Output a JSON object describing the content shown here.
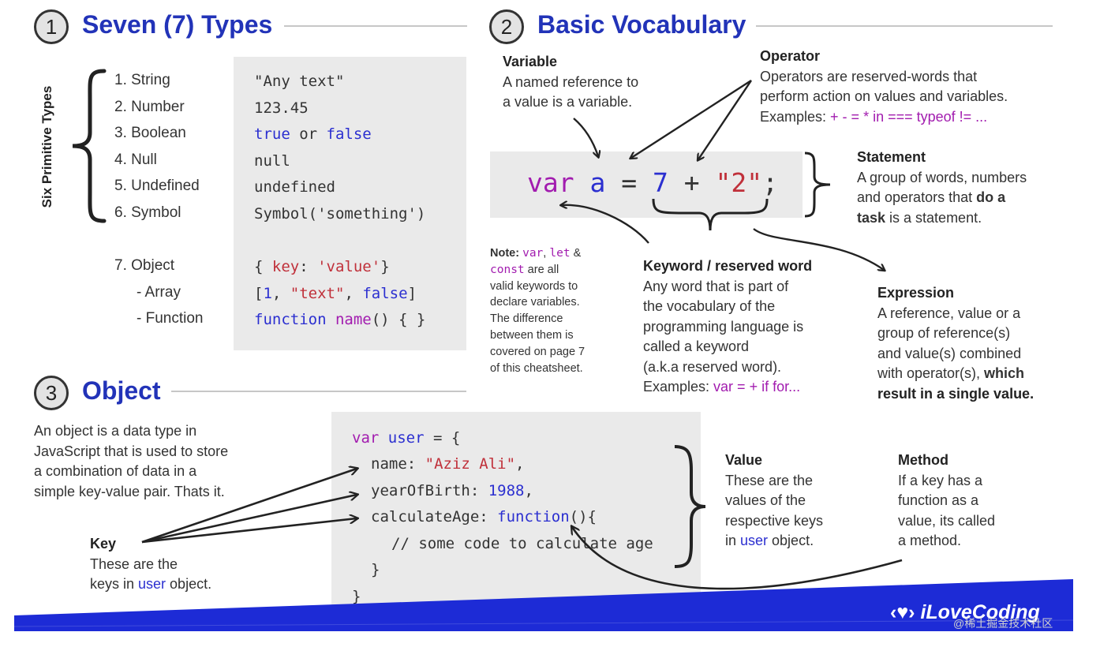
{
  "sections": {
    "types": {
      "number": "1",
      "title": "Seven (7) Types"
    },
    "vocab": {
      "number": "2",
      "title": "Basic Vocabulary"
    },
    "object": {
      "number": "3",
      "title": "Object"
    }
  },
  "types": {
    "side_label": "Six Primitive Types",
    "items": [
      {
        "label": "1. String",
        "code": "\"Any text\""
      },
      {
        "label": "2. Number",
        "code": "123.45"
      },
      {
        "label": "3. Boolean",
        "code_a": "true",
        "code_or": " or ",
        "code_b": "false"
      },
      {
        "label": "4. Null",
        "code": "null"
      },
      {
        "label": "5. Undefined",
        "code": "undefined"
      },
      {
        "label": "6. Symbol",
        "code": "Symbol('something')"
      },
      {
        "label": "7. Object",
        "code_open": "{ ",
        "code_key": "key",
        "code_colon": ": ",
        "code_val": "'value'",
        "code_close": "}"
      },
      {
        "label": "- Array",
        "code_open": "[",
        "code_n": "1",
        "code_c1": ", ",
        "code_s": "\"text\"",
        "code_c2": ", ",
        "code_f": "false",
        "code_close": "]"
      },
      {
        "label": "- Function",
        "code_fn": "function",
        "code_sp": " ",
        "code_name": "name",
        "code_rest": "() { }"
      }
    ]
  },
  "vocab": {
    "variable": {
      "heading": "Variable",
      "body_1": "A named reference to",
      "body_2": "a value is a variable."
    },
    "operator": {
      "heading": "Operator",
      "body_1": "Operators are reserved-words that",
      "body_2": "perform action on values and variables.",
      "examples_label": "Examples: ",
      "examples": "+ - = * in === typeof != ..."
    },
    "statement_code": {
      "kw": "var",
      "name": "a",
      "eq": "=",
      "num": "7",
      "plus": "+",
      "str": "\"2\"",
      "semi": ";"
    },
    "statement": {
      "heading": "Statement",
      "body_1": "A group of words, numbers",
      "body_2a": "and operators that ",
      "body_2b": "do a",
      "body_3a": "task",
      "body_3b": " is a statement."
    },
    "note": {
      "label": "Note: ",
      "kw1": "var",
      "comma": ", ",
      "kw2": "let",
      "amp": " &",
      "kw3": "const",
      "rest_1": " are all",
      "line_2": "valid keywords to",
      "line_3": "declare variables.",
      "line_4": "The difference",
      "line_5": "between them is",
      "line_6": "covered on page 7",
      "line_7": "of this cheatsheet."
    },
    "keyword": {
      "heading": "Keyword / reserved word",
      "line_1": "Any word that is part of",
      "line_2": "the vocabulary of the",
      "line_3": "programming language is",
      "line_4": "called a keyword",
      "line_5": "(a.k.a reserved word).",
      "examples_label": "Examples: ",
      "examples": "var = + if for..."
    },
    "expression": {
      "heading": "Expression",
      "line_1": "A reference, value or a",
      "line_2": "group of reference(s)",
      "line_3": "and value(s) combined",
      "line_4a": "with operator(s), ",
      "line_4b": "which",
      "line_5": "result in a single value."
    }
  },
  "object": {
    "intro": [
      "An object is a data type in",
      "JavaScript that is used to store",
      "a combination of data in a",
      "simple key-value pair. Thats it."
    ],
    "code": {
      "l1_kw": "var",
      "l1_name": " user",
      "l1_rest": " = {",
      "l2_key": "name: ",
      "l2_val": "\"Aziz Ali\"",
      "l2_end": ",",
      "l3_key": "yearOfBirth: ",
      "l3_val": "1988",
      "l3_end": ",",
      "l4_key": "calculateAge: ",
      "l4_fn": "function",
      "l4_rest": "(){",
      "l5": "// some code to calculate age",
      "l6": "}",
      "l7": "}"
    },
    "key": {
      "heading": "Key",
      "line_1": "These are the",
      "line_2a": "keys in ",
      "line_2b": "user",
      "line_2c": " object."
    },
    "value": {
      "heading": "Value",
      "line_1": "These are the",
      "line_2": "values of the",
      "line_3": "respective keys",
      "line_4a": "in ",
      "line_4b": "user",
      "line_4c": " object."
    },
    "method": {
      "heading": "Method",
      "line_1": "If a key has a",
      "line_2": "function as a",
      "line_3": "value, its called",
      "line_4": "a method."
    }
  },
  "footer": {
    "brand": "iLoveCoding",
    "watermark": "@稀土掘金技术社区",
    "accent": "#1d2bd6"
  },
  "colors": {
    "title_blue": "#2233b8",
    "keyword_pink": "#a21caf",
    "string_red": "#c0303a",
    "literal_blue": "#2b2fd0",
    "code_bg": "#eaeaea"
  }
}
